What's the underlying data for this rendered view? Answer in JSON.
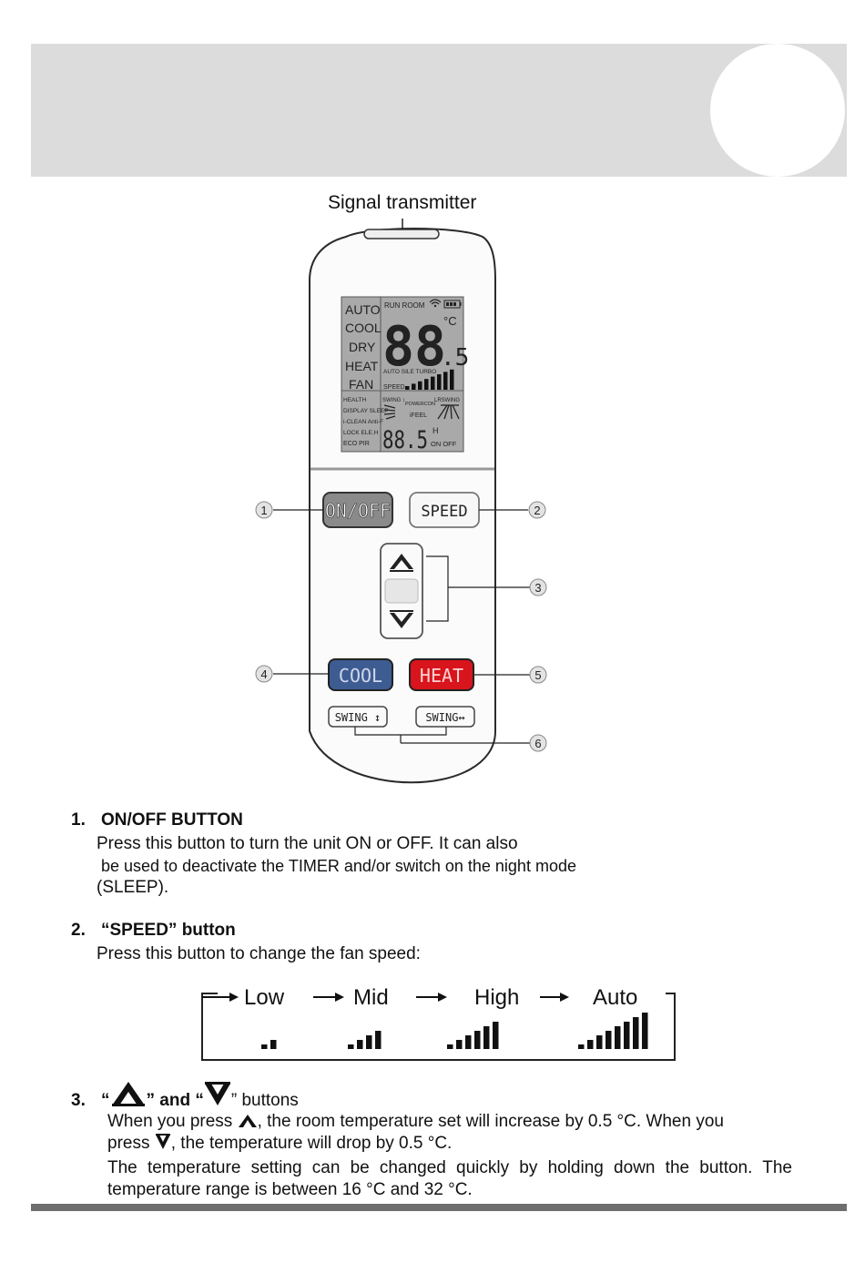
{
  "signal_label": "Signal transmitter",
  "lcd": {
    "modes": [
      "AUTO",
      "COOL",
      "DRY",
      "HEAT",
      "FAN"
    ],
    "top_labels": "RUN  ROOM",
    "unit": "°C",
    "big_digits": "88",
    "half": ".5",
    "fan_labels": "AUTO SILE TURBO",
    "speed_label": "SPEED",
    "features_left": [
      "HEALTH",
      "DISPLAY SLEEP",
      "i-CLEAN Anti-F",
      "LOCK  ELE.H",
      "ECO PIR"
    ],
    "swing_v": "SWING ↕",
    "powercon": "POWERCON",
    "ifeel": "iFEEL",
    "lrswing": "LRSWING",
    "timer_digits": "88.5",
    "timer_h": "H",
    "timer_onoff": "ON OFF"
  },
  "buttons": {
    "on_off": "ON/OFF",
    "speed": "SPEED",
    "cool": "COOL",
    "heat": "HEAT",
    "swing_v": "SWING ↕",
    "swing_h": "SWING↔"
  },
  "callouts": [
    "1",
    "2",
    "3",
    "4",
    "5",
    "6"
  ],
  "sections": {
    "s1": {
      "number": "1.",
      "title": "ON/OFF BUTTON",
      "lines": [
        "Press this button to turn the unit ON or OFF. It can also",
        "be used to deactivate the TIMER and/or switch on the night mode",
        "(SLEEP)."
      ]
    },
    "s2": {
      "number": "2.",
      "title": "“SPEED” button",
      "line": "Press this button to change the fan speed:"
    },
    "s3": {
      "number": "3.",
      "open_quote_1": "“",
      "mid": "” and “",
      "close": "” buttons",
      "p1_a": "When you press",
      "p1_b": ", the room temperature set will increase by 0.5 °C. When you",
      "p1_c": "press",
      "p1_d": ", the temperature will drop by 0.5 °C.",
      "p2": "The temperature setting can be changed quickly by holding down the button. The temperature range is between 16 °C and 32 °C."
    }
  },
  "speed_cycle": [
    "Low",
    "Mid",
    "High",
    "Auto"
  ],
  "speed_bar_counts": [
    2,
    4,
    6,
    8
  ],
  "colors": {
    "header_band": "#dcdcdc",
    "cool_button": "#3d5c92",
    "heat_button": "#d8141c",
    "on_off_button": "#8a8a8a",
    "lcd_bg": "#a9a9a9"
  }
}
